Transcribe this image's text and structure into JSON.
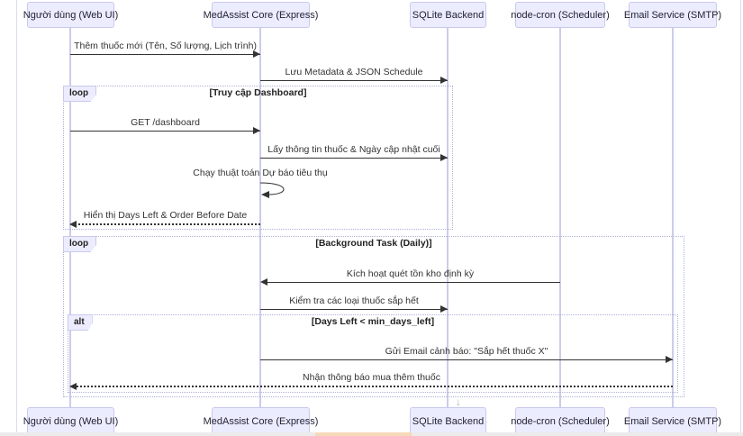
{
  "diagram": {
    "type": "sequence-diagram",
    "actors": [
      {
        "id": "user",
        "label": "Người dùng (Web UI)"
      },
      {
        "id": "core",
        "label": "MedAssist Core (Express)"
      },
      {
        "id": "sqlite",
        "label": "SQLite Backend"
      },
      {
        "id": "cron",
        "label": "node-cron (Scheduler)"
      },
      {
        "id": "email",
        "label": "Email Service (SMTP)"
      }
    ],
    "messages": [
      {
        "from": "user",
        "to": "core",
        "style": "solid",
        "label": "Thêm thuốc mới (Tên, Số lượng, Lịch trình)"
      },
      {
        "from": "core",
        "to": "sqlite",
        "style": "solid",
        "label": "Lưu Metadata & JSON Schedule"
      },
      {
        "from": "user",
        "to": "core",
        "style": "solid",
        "label": "GET /dashboard"
      },
      {
        "from": "core",
        "to": "sqlite",
        "style": "solid",
        "label": "Lấy thông tin thuốc & Ngày cập nhật cuối"
      },
      {
        "from": "core",
        "to": "core",
        "style": "self",
        "label": "Chạy thuật toán Dự báo tiêu thụ"
      },
      {
        "from": "core",
        "to": "user",
        "style": "dotted",
        "label": "Hiển thị Days Left & Order Before Date"
      },
      {
        "from": "cron",
        "to": "core",
        "style": "solid",
        "label": "Kích hoạt quét tồn kho định kỳ"
      },
      {
        "from": "core",
        "to": "sqlite",
        "style": "solid",
        "label": "Kiểm tra các loại thuốc sắp hết"
      },
      {
        "from": "core",
        "to": "email",
        "style": "solid",
        "label": "Gửi Email cảnh báo: \"Sắp hết thuốc X\""
      },
      {
        "from": "email",
        "to": "user",
        "style": "dotted",
        "label": "Nhận thông báo mua thêm thuốc"
      }
    ],
    "frames": [
      {
        "kind": "loop",
        "label": "loop",
        "condition": "[Truy cập Dashboard]"
      },
      {
        "kind": "loop",
        "label": "loop",
        "condition": "[Background Task (Daily)]"
      },
      {
        "kind": "alt",
        "label": "alt",
        "condition": "[Days Left < min_days_left]"
      }
    ],
    "icons": {
      "down_arrow": "↓"
    },
    "colors": {
      "actor_fill": "#ECECFF",
      "actor_border": "#c9c9ec",
      "lifeline": "#ccccea",
      "frame_border": "#b0b0d8",
      "arrow": "#333333",
      "page_border": "#dcdcec"
    }
  }
}
